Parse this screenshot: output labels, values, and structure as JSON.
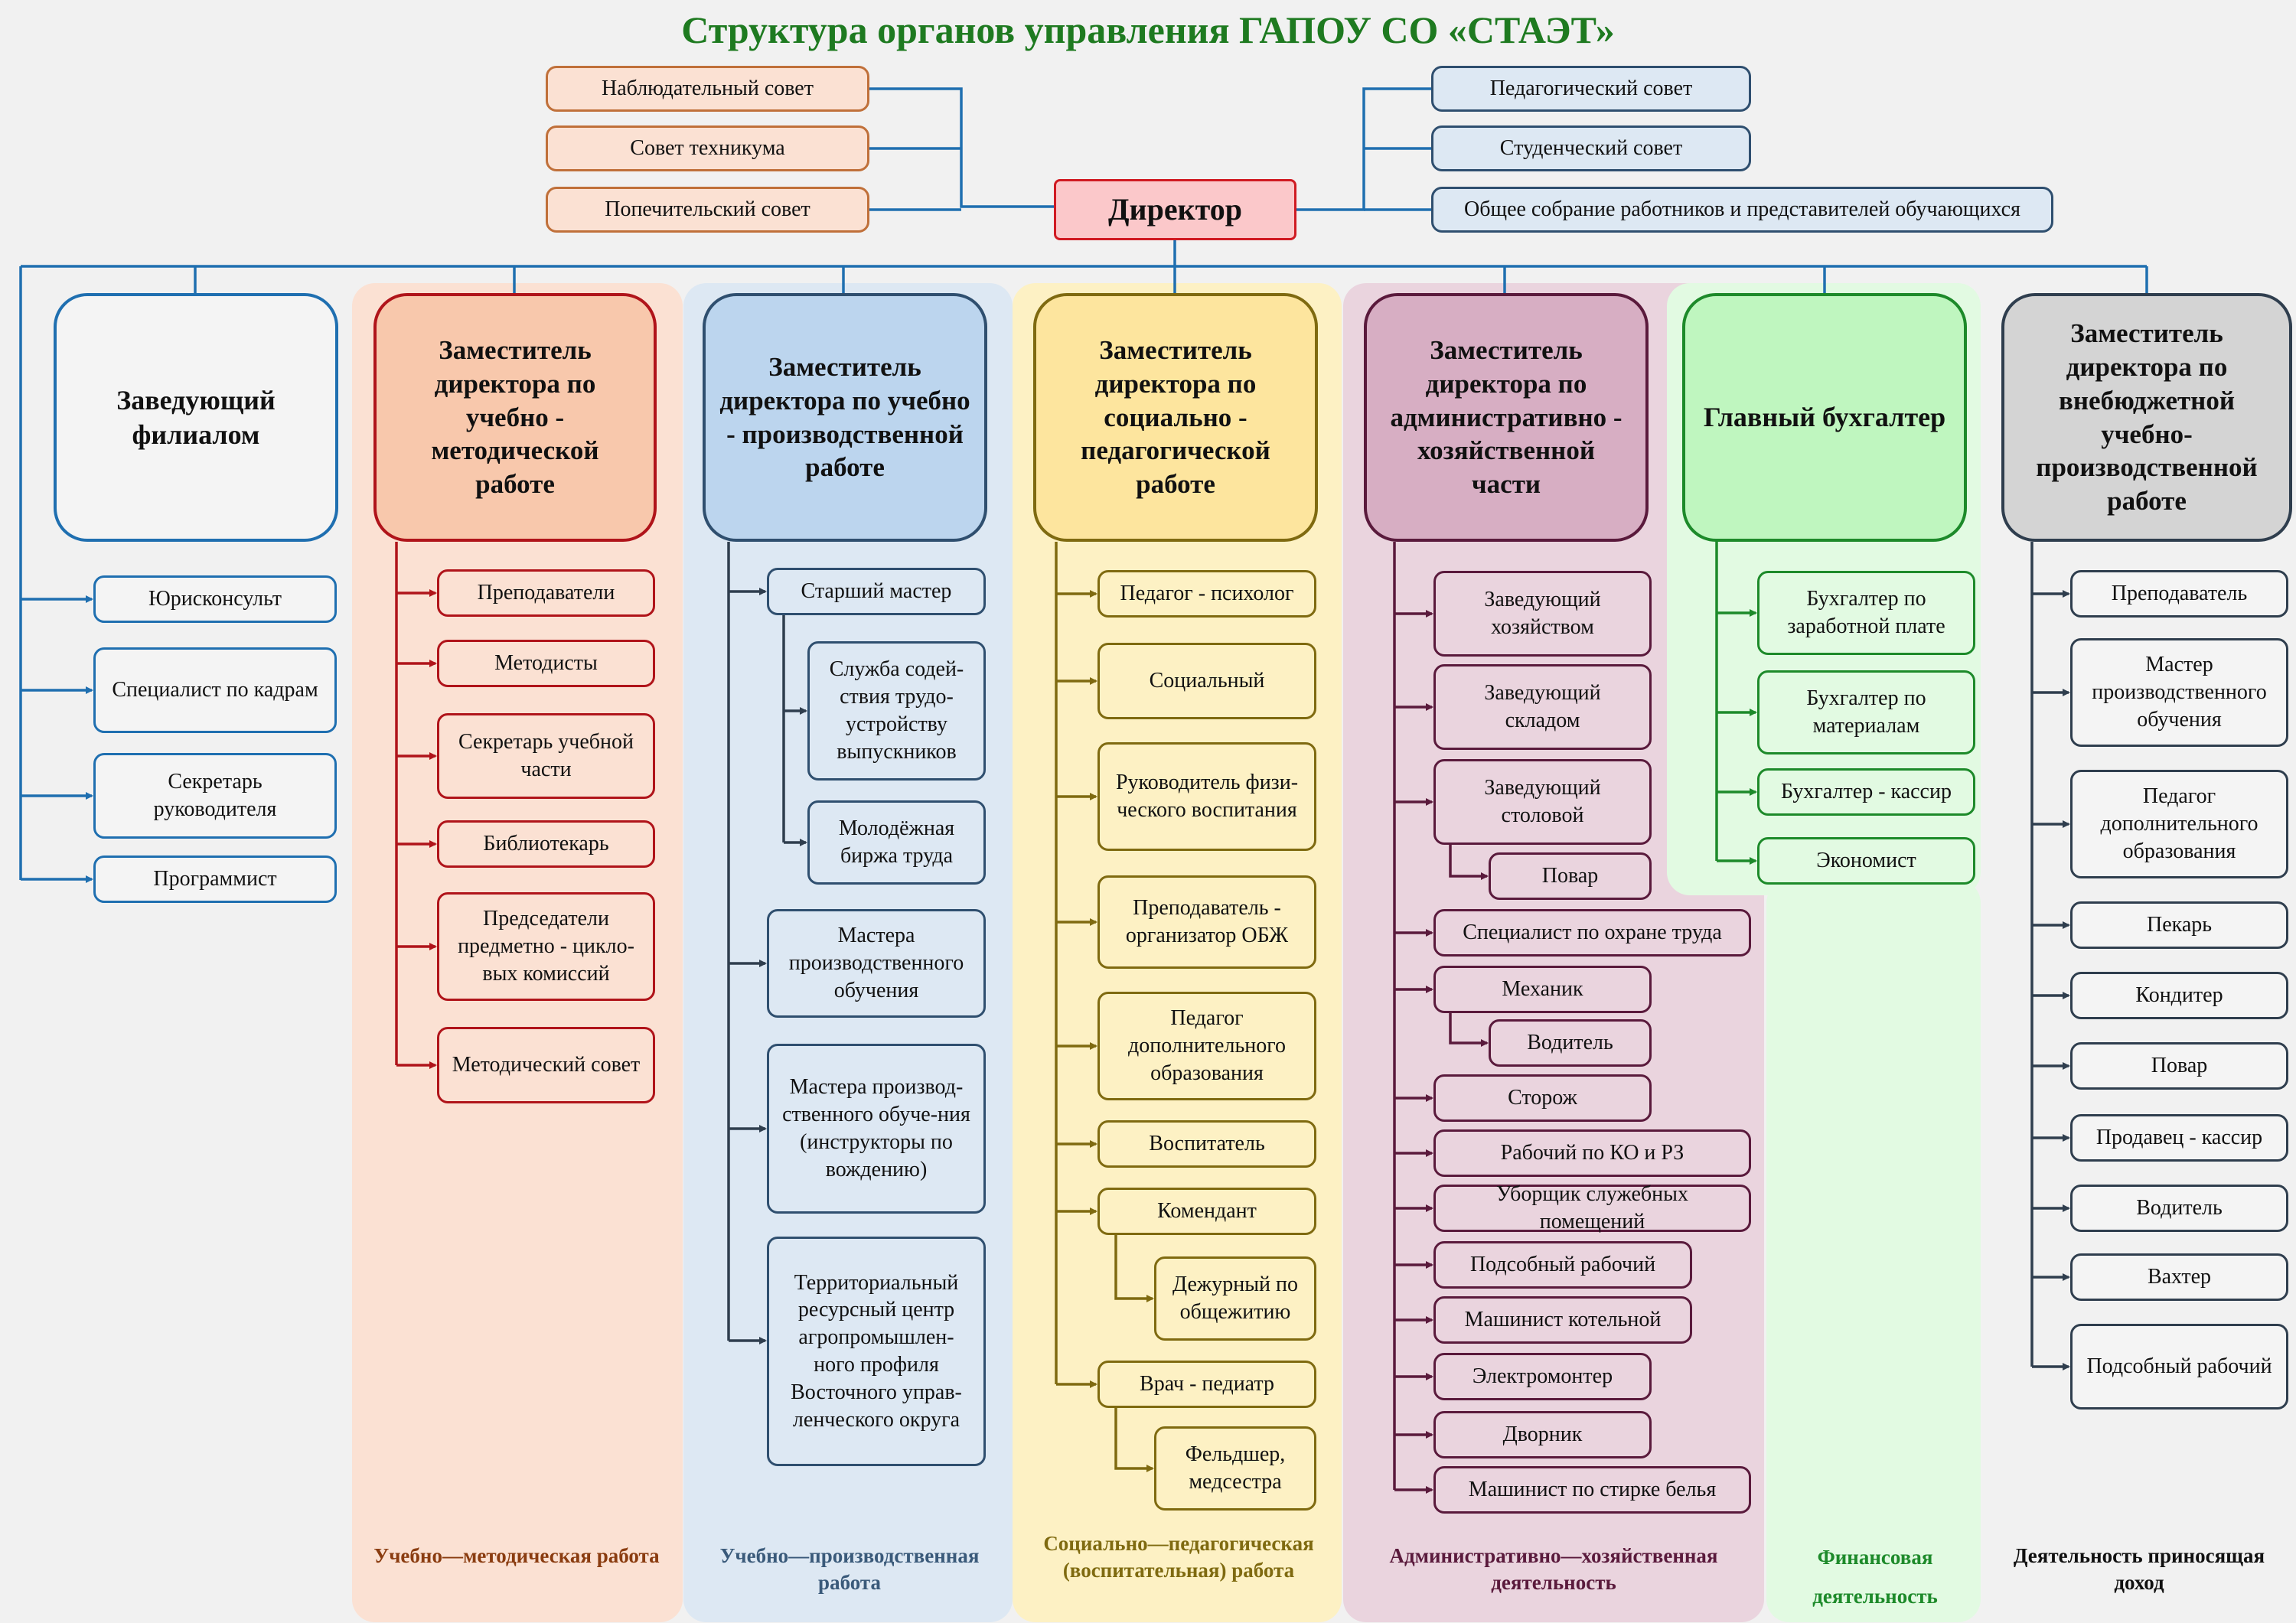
{
  "title": "Структура органов управления ГАПОУ СО «СТАЭТ»",
  "director": "Директор",
  "left_councils": [
    "Наблюдательный совет",
    "Совет техникума",
    "Попечительский совет"
  ],
  "right_councils": [
    "Педагогический совет",
    "Студенческий совет",
    "Общее собрание работников и представителей обучающихся"
  ],
  "colors": {
    "blue": "#1f6fb0",
    "red": "#b0141a",
    "olive": "#7f6a10",
    "purple": "#5a1a3c",
    "green": "#1d8a2a",
    "gray": "#2f3e4e"
  },
  "columns": [
    {
      "head": "Заведующий филиалом",
      "footer": "",
      "items": [
        "Юрисконсульт",
        "Специалист по кадрам",
        "Секретарь руководителя",
        "Программист"
      ]
    },
    {
      "head": "Заместитель директора по учебно - методической работе",
      "footer": "Учебно—методическая работа",
      "items": [
        "Преподаватели",
        "Методисты",
        "Секретарь учебной части",
        "Библиотекарь",
        "Председатели предметно - цикло-вых комиссий",
        "Методический совет"
      ]
    },
    {
      "head": "Заместитель директора по учебно - производственной работе",
      "footer": "Учебно—производственная работа",
      "items": [
        "Старший мастер",
        "Служба содей-ствия трудо-устройству выпускников",
        "Молодёжная биржа труда",
        "Мастера производственного обучения",
        "Мастера производ-ственного обуче-ния (инструкторы по вождению)",
        "Территориальный ресурсный центр агропромышлен-ного профиля Восточного управ-ленческого округа"
      ]
    },
    {
      "head": "Заместитель директора по социально - педагогической работе",
      "footer": "Социально—педагогическая (воспитательная) работа",
      "items": [
        "Педагог - психолог",
        "Социальный",
        "Руководитель физи-ческого воспитания",
        "Преподаватель - организатор ОБЖ",
        "Педагог дополнительного образования",
        "Воспитатель",
        "Комендант",
        "Дежурный по общежитию",
        "Врач - педиатр",
        "Фельдшер, медсестра"
      ]
    },
    {
      "head": "Заместитель директора по административно - хозяйственной части",
      "footer": "Административно—хозяйственная деятельность",
      "items": [
        "Заведующий хозяйством",
        "Заведующий складом",
        "Заведующий столовой",
        "Повар",
        "Специалист по охране труда",
        "Механик",
        "Водитель",
        "Сторож",
        "Рабочий по КО и РЗ",
        "Уборщик служебных помещений",
        "Подсобный рабочий",
        "Машинист котельной",
        "Электромонтер",
        "Дворник",
        "Машинист по стирке белья"
      ]
    },
    {
      "head": "Главный бухгалтер",
      "footer": "Финансовая деятельность",
      "items": [
        "Бухгалтер по заработной плате",
        "Бухгалтер по материалам",
        "Бухгалтер - кассир",
        "Экономист"
      ]
    },
    {
      "head": "Заместитель директора по внебюджетной учебно-производственной работе",
      "footer": "Деятельность приносящая доход",
      "items": [
        "Преподаватель",
        "Мастер производственного обучения",
        "Педагог дополнительного образования",
        "Пекарь",
        "Кондитер",
        "Повар",
        "Продавец - кассир",
        "Водитель",
        "Вахтер",
        "Подсобный рабочий"
      ]
    }
  ]
}
